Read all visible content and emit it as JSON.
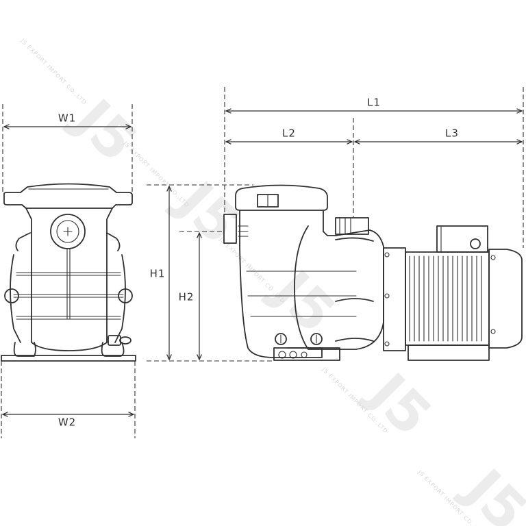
{
  "dimensions": {
    "w1": "W1",
    "w2": "W2",
    "h1": "H1",
    "h2": "H2",
    "l1": "L1",
    "l2": "L2",
    "l3": "L3"
  },
  "watermark": {
    "logo": "J5",
    "text": "JS EXPORT IMPORT CO.,LTD"
  },
  "colors": {
    "line": "#2f2f2f",
    "watermark": "#d8d8d8"
  }
}
